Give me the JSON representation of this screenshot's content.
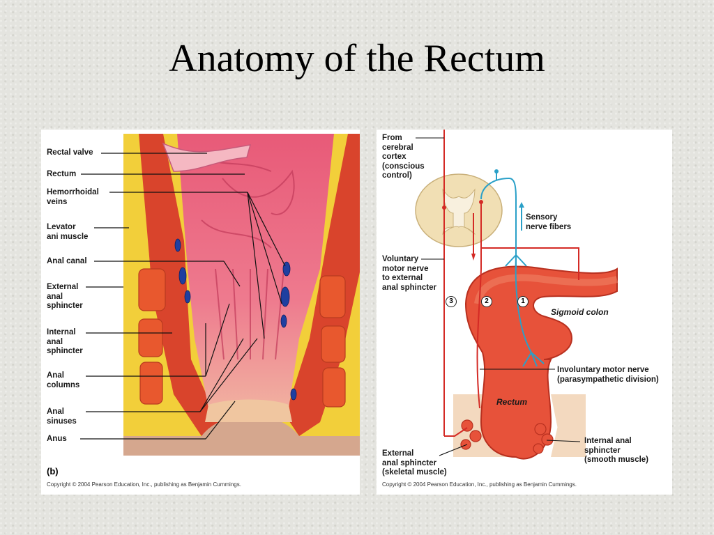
{
  "slide": {
    "title": "Anatomy of the Rectum"
  },
  "left_figure": {
    "part_label": "(b)",
    "copyright": "Copyright © 2004 Pearson Education, Inc., publishing as Benjamin Cummings.",
    "labels": [
      "Rectal valve",
      "Rectum",
      "Hemorrhoidal\nveins",
      "Levator\nani muscle",
      "Anal canal",
      "External\nanal\nsphincter",
      "Internal\nanal\nsphincter",
      "Anal\ncolumns",
      "Anal\nsinuses",
      "Anus"
    ]
  },
  "right_figure": {
    "copyright": "Copyright © 2004 Pearson Education, Inc., publishing as Benjamin Cummings.",
    "labels": {
      "from_cortex": "From\ncerebral\ncortex\n(conscious\ncontrol)",
      "sensory": "Sensory\nnerve fibers",
      "voluntary": "Voluntary\nmotor nerve\nto external\nanal sphincter",
      "sigmoid": "Sigmoid colon",
      "involuntary": "Involuntary motor nerve\n(parasympathetic division)",
      "rectum": "Rectum",
      "internal": "Internal anal\nsphincter\n(smooth muscle)",
      "external": "External\nanal sphincter\n(skeletal muscle)"
    },
    "numbers": [
      "3",
      "2",
      "1"
    ]
  },
  "colors": {
    "muscle": "#e3472e",
    "mucosa": "#e8607a",
    "fat": "#f2cf3a",
    "sensory_nerve": "#2aa0c8",
    "motor_nerve": "#d42a25",
    "vein": "#1f3fa0"
  }
}
